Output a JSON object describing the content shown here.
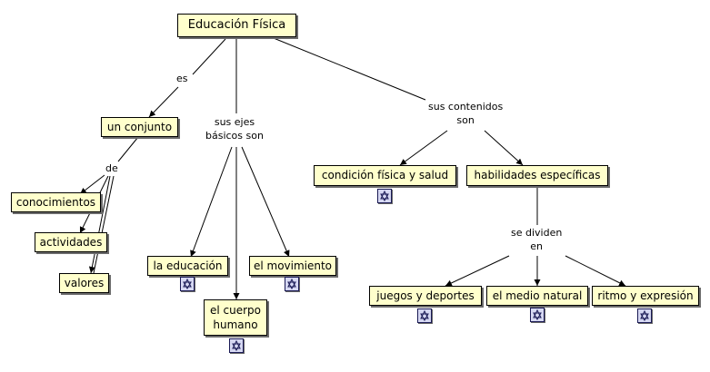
{
  "concepts": {
    "educacion_fisica": "Educación Física",
    "un_conjunto": "un conjunto",
    "conocimientos": "conocimientos",
    "actividades": "actividades",
    "valores": "valores",
    "la_educacion": "la educación",
    "el_cuerpo_humano": "el cuerpo humano",
    "el_movimiento": "el movimiento",
    "condicion_fisica": "condición física y salud",
    "habilidades": "habilidades específicas",
    "juegos": "juegos y deportes",
    "medio_natural": "el medio natural",
    "ritmo": "ritmo y expresión"
  },
  "links": {
    "es": "es",
    "de": "de",
    "sus_ejes": "sus ejes\nbásicos son",
    "sus_contenidos": "sus contenidos\nson",
    "se_dividen": "se dividen\nen"
  },
  "colors": {
    "concept_fill": "#ffffcc",
    "line": "#000000",
    "icon_fill": "#d6d8f2"
  }
}
